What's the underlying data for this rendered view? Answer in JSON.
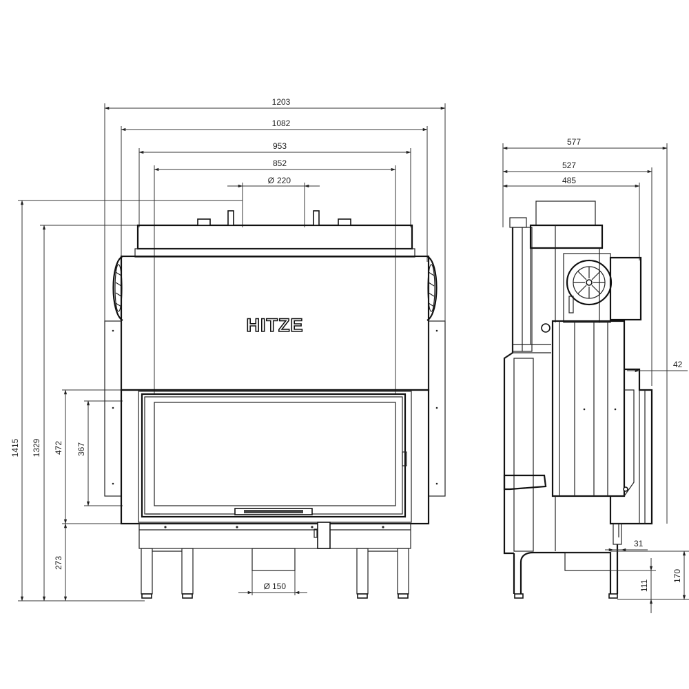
{
  "brand": "HITZE",
  "front_view": {
    "overall_width": "1203",
    "body_width": "1082",
    "frame_width": "953",
    "glass_width": "852",
    "flue_diameter": "220",
    "overall_height": "1415",
    "body_height": "1329",
    "door_height": "472",
    "glass_height": "367",
    "base_height": "273",
    "air_inlet_diameter": "150",
    "diameter_symbol": "Ø"
  },
  "side_view": {
    "overall_depth": "577",
    "body_depth": "527",
    "inner_depth": "485",
    "offset_right": "42",
    "offset_bottom": "31",
    "inlet_height": "111",
    "inlet_top_height": "170"
  }
}
